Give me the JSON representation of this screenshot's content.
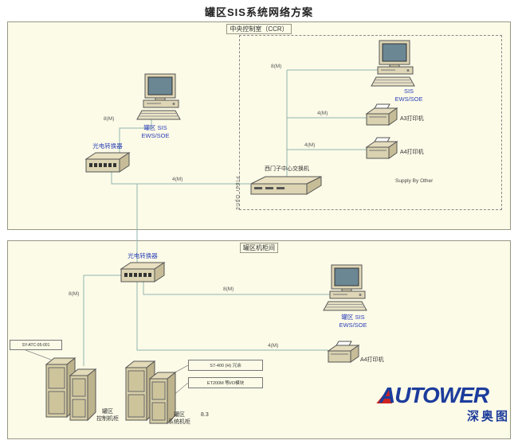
{
  "page": {
    "title": "罐区SIS系统网络方案"
  },
  "control_room": {
    "label": "中央控制室（CCR）",
    "ews": {
      "line1": "罐区 SIS",
      "line2": "EWS/SOE"
    },
    "converter_label": "光电转换器",
    "fiber_label": "Fiber Optic",
    "links": {
      "ews": "8(M)",
      "uplink": "4(M)"
    },
    "vendor_area": {
      "switch_label": "西门子中心交换机",
      "ews": {
        "line1": "SIS",
        "line2": "EWS/SOE"
      },
      "printer_a3_label": "A3打印机",
      "printer_a4_label": "A4打印机",
      "links": {
        "ews": "8(M)",
        "a3": "4(M)",
        "a4": "4(M)"
      },
      "note": "Supply By Other"
    }
  },
  "cabinet_room": {
    "label": "罐区机柜间",
    "converter_label": "光电转换器",
    "ews": {
      "line1": "罐区 SIS",
      "line2": "EWS/SOE"
    },
    "printer_a4_label": "A4打印机",
    "links": {
      "ews": "8(M)",
      "cabinets": "8(M)",
      "printer": "4(M)"
    },
    "cabinet1": {
      "line1": "罐区",
      "line2": "控制机柜"
    },
    "cabinet2": {
      "line1": "罐区",
      "line2": "系统机柜"
    },
    "tag_box": "SY-ATC-05-001",
    "note_cpu": "S7-400 (H) 冗余",
    "note_io": "ET200M 等I/O模块",
    "note_misc": "8.3"
  },
  "logo": {
    "brand": "AUTOWER",
    "subtitle": "深奥图"
  },
  "colors": {
    "panel_bg": "#fcfbe8",
    "wire": "#8fb5ae",
    "device_label": "#2a3fb8",
    "logo_blue": "#1c3c9c",
    "logo_red": "#cc2222"
  }
}
